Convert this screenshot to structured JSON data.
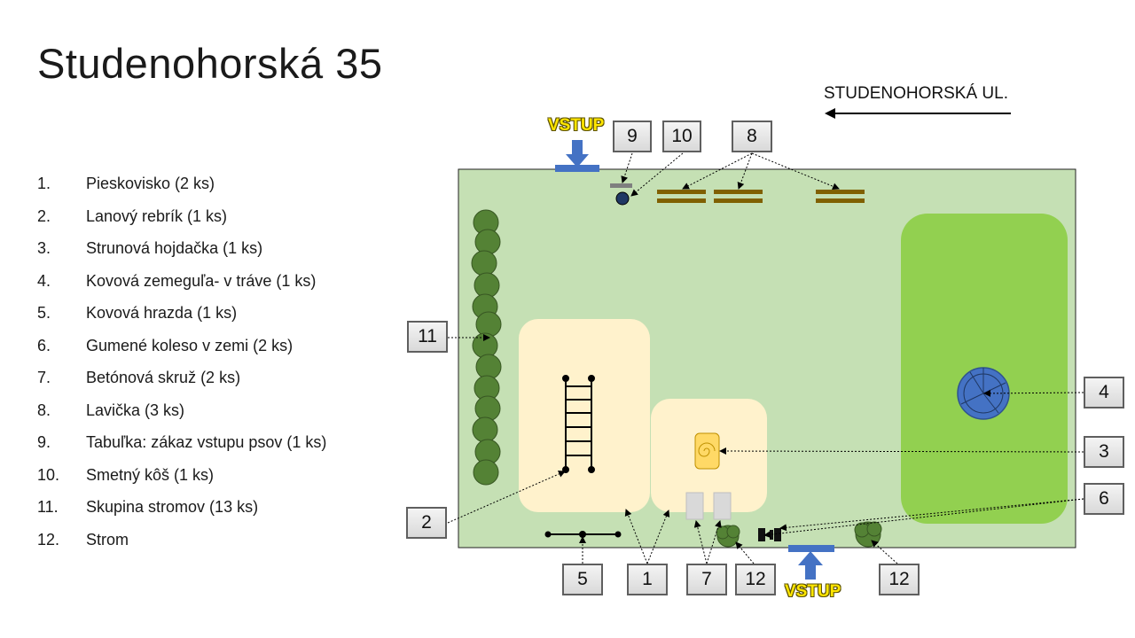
{
  "title": "Studenohorská 35",
  "street_label": "STUDENOHORSKÁ UL.",
  "entrance_label": "VSTUP",
  "legend": [
    {
      "num": "1.",
      "text": "Pieskovisko (2 ks)"
    },
    {
      "num": "2.",
      "text": "Lanový rebrík (1 ks)"
    },
    {
      "num": "3.",
      "text": "Strunová hojdačka (1 ks)"
    },
    {
      "num": "4.",
      "text": "Kovová zemeguľa- v tráve (1 ks)"
    },
    {
      "num": "5.",
      "text": "Kovová hrazda (1 ks)"
    },
    {
      "num": "6.",
      "text": "Gumené koleso v zemi (2 ks)"
    },
    {
      "num": "7.",
      "text": "Betónová skruž (2 ks)"
    },
    {
      "num": "8.",
      "text": "Lavička (3 ks)"
    },
    {
      "num": "9.",
      "text": "Tabuľka: zákaz vstupu psov (1 ks)"
    },
    {
      "num": "10.",
      "text": "Smetný kôš (1 ks)"
    },
    {
      "num": "11.",
      "text": "Skupina stromov (13 ks)"
    },
    {
      "num": "12.",
      "text": "Strom"
    }
  ],
  "callouts": {
    "c9": "9",
    "c10": "10",
    "c8": "8",
    "c11": "11",
    "c4": "4",
    "c3": "3",
    "c6": "6",
    "c2": "2",
    "c5": "5",
    "c1": "1",
    "c7": "7",
    "c12a": "12",
    "c12b": "12"
  },
  "colors": {
    "park_grass": "#c5e0b4",
    "lawn": "#92d050",
    "sandbox": "#fff2cc",
    "bench": "#806000",
    "tree": "#548235",
    "globe": "#4472c4",
    "entrance_arrow": "#4472c4"
  }
}
